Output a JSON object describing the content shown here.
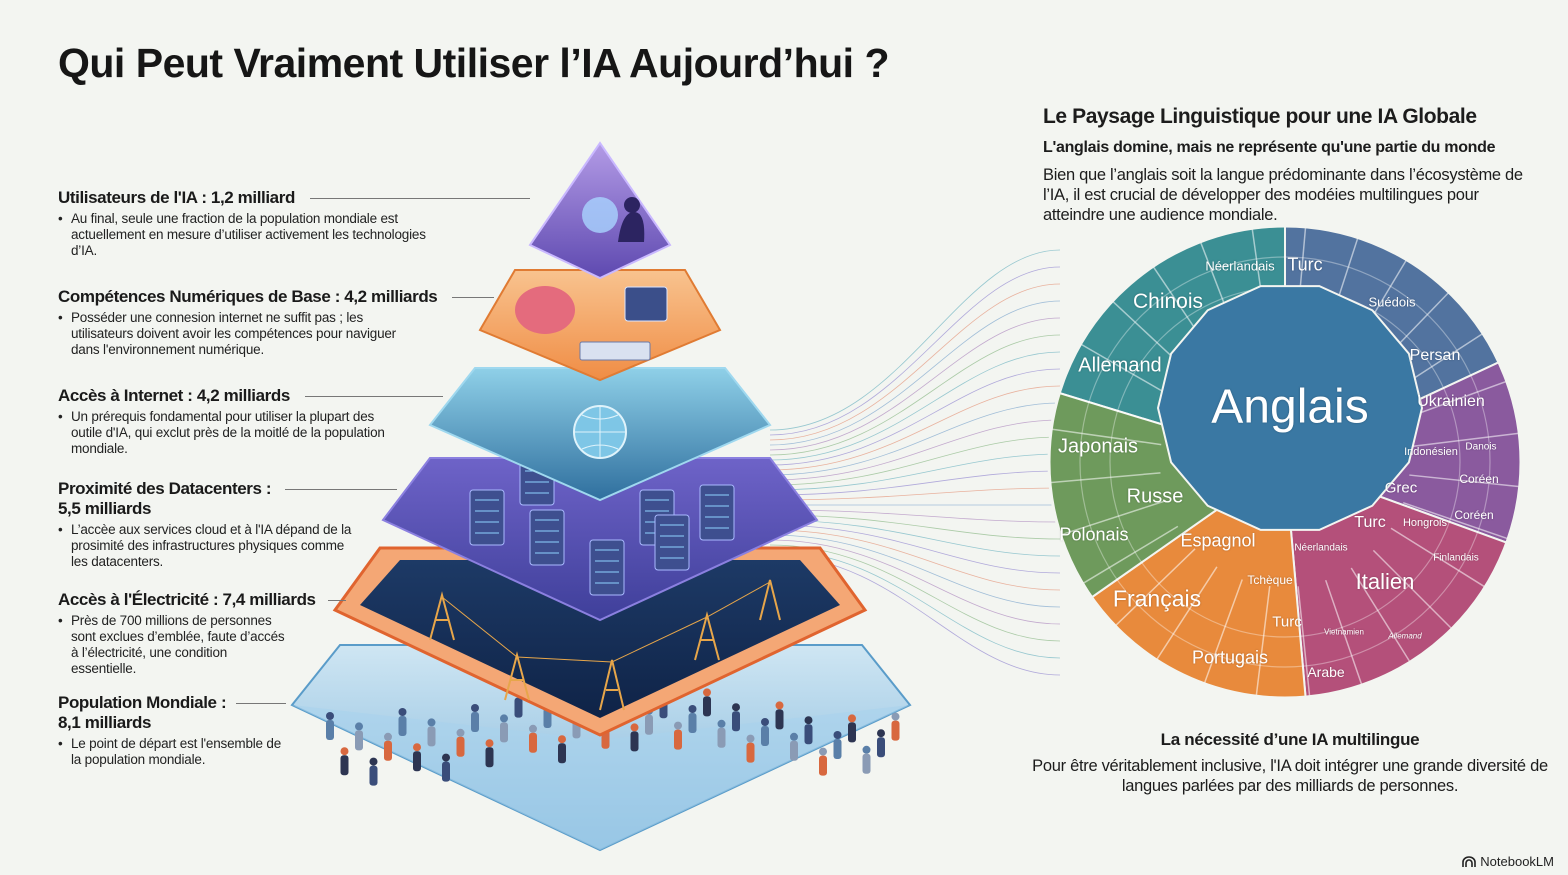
{
  "title": "Qui Peut Vraiment Utiliser l’IA Aujourd’hui ?",
  "pyramid": {
    "levels": [
      {
        "heading": "Utilisateurs de l'IA : 1,2 milliard",
        "value_billions": 1.2,
        "text": "Au final, seule une fraction de la population mondiale est actuellement en mesure d’utiliser activement les technologies d’IA."
      },
      {
        "heading": "Compétences Numériques de Base : 4,2 milliards",
        "value_billions": 4.2,
        "text": "Posséder une connesion internet ne suffit pas ; les utilisateurs doivent avoir les compétences pour naviguer dans l'environnement numérique."
      },
      {
        "heading": "Accès à Internet : 4,2 milliards",
        "value_billions": 4.2,
        "text": "Un prérequis fondamental pour utiliser la plupart des outile d'IA, qui exclut près de la moitlé de la population mondiale."
      },
      {
        "heading": "Proximité des Datacenters : 5,5 milliards",
        "value_billions": 5.5,
        "text": "L’accèe aux services cloud et à l'IA dépand de la prosimité des infrastructures physiques comme les datacenters."
      },
      {
        "heading": "Accès à l'Électricité : 7,4 milliards",
        "value_billions": 7.4,
        "text": "Près de 700 millions de personnes sont exclues d’emblée, faute d’accés à l’électricité, une condition essentielle."
      },
      {
        "heading": "Population Mondiale : 8,1 milliards",
        "value_billions": 8.1,
        "text": "Le point de départ est l'ensemble de la population mondiale."
      }
    ],
    "colors": [
      "#7a5fc9",
      "#f0955a",
      "#3f8fb8",
      "#5a55b5",
      "#e8703c",
      "#8cc3e3"
    ]
  },
  "languages": {
    "title": "Le Paysage Linguistique pour une IA Globale",
    "subtitle": "L'anglais domine, mais ne représente qu'une partie du monde",
    "body": "Bien que l’anglais soit la langue prédominante dans l’écosystème de l’IA, il est crucial de développer des modéies multilingues pour atteindre une audience mondiale.",
    "center": "Anglais",
    "labels": [
      "Néerlandais",
      "Turc",
      "Chinois",
      "Suédois",
      "Allemand",
      "Persan",
      "Ukrainien",
      "Japonais",
      "Indonésien",
      "Danois",
      "Grec",
      "Coréen",
      "Russe",
      "Turc",
      "Hongrois",
      "Coréen",
      "Polonais",
      "Espagnol",
      "Néerlandais",
      "Finlandais",
      "Tchèque",
      "Italien",
      "Français",
      "Turc",
      "Vietnamien",
      "Allemand",
      "Portugais",
      "Arabe"
    ],
    "colors": {
      "center": "#3a78a3",
      "teal": "#3b8f94",
      "slate": "#52739f",
      "purple": "#8a5a9e",
      "magenta": "#b4507a",
      "orange": "#e88a3c",
      "green": "#6e9a5c"
    },
    "footer_title": "La nécessité d’une IA multilingue",
    "footer_body": "Pour être véritablement inclusive, l'IA doit intégrer une grande diversité de langues parlées par des milliards de personnes."
  },
  "brand": "NotebookLM"
}
